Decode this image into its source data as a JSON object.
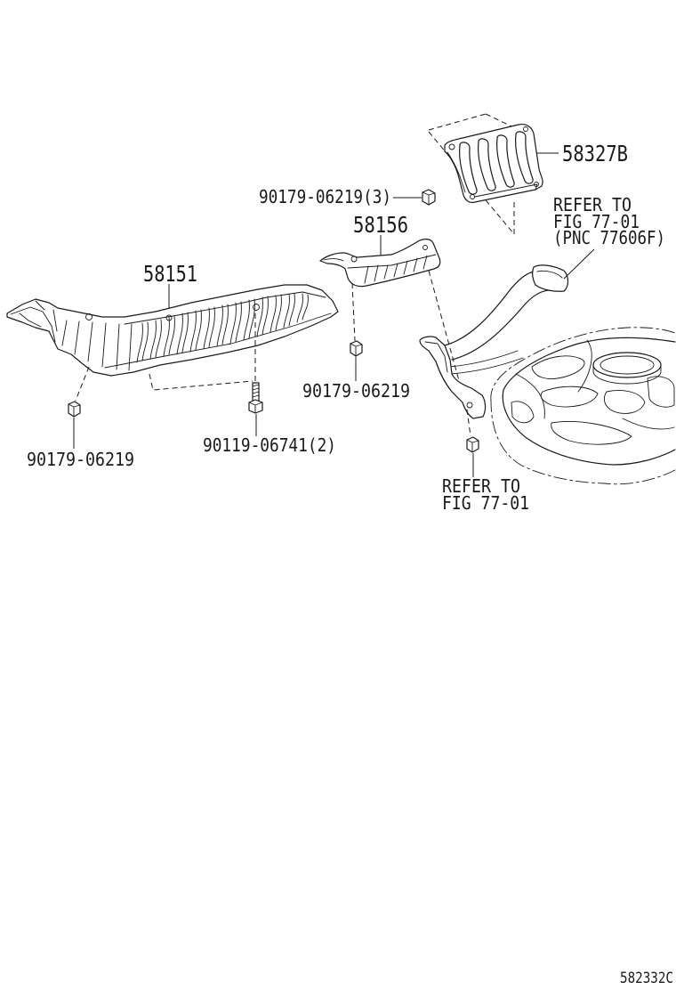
{
  "callouts": {
    "p58327b": "58327B",
    "n90179_x3": "90179-06219(3)",
    "p58156": "58156",
    "ref_pipe": {
      "line1": "REFER TO",
      "line2": "FIG 77-01",
      "line3": "(PNC 77606F)"
    },
    "p58151": "58151",
    "n90179_mid": "90179-06219",
    "n90179_left": "90179-06219",
    "b90119_x2": "90119-06741(2)",
    "ref_tank": {
      "line1": "REFER TO",
      "line2": "FIG 77-01"
    }
  },
  "figure": {
    "id": "582332C"
  },
  "colors": {
    "ink": "#1a1a1a",
    "background": "#ffffff"
  }
}
